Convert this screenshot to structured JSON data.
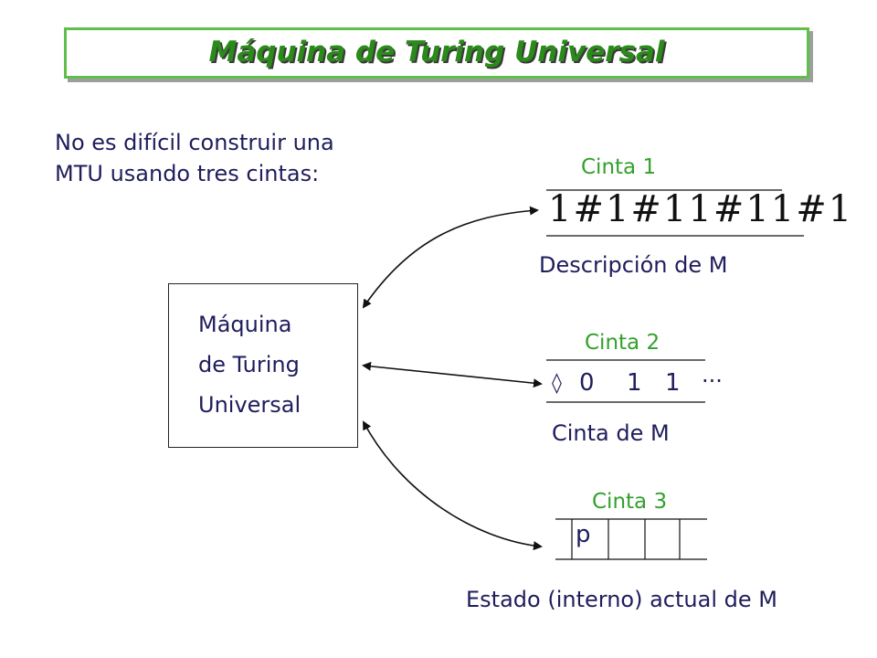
{
  "title": "Máquina de Turing Universal",
  "intro": {
    "line1": "No es difícil construir una",
    "line2": "MTU usando tres cintas:"
  },
  "machine": {
    "line1": "Máquina",
    "line2": "de Turing",
    "line3": "Universal"
  },
  "tapes": [
    {
      "label": "Cinta 1",
      "content": "1#1#11#11#1",
      "caption": "Descripción de M"
    },
    {
      "label": "Cinta 2",
      "cells": [
        "◊",
        "0",
        "1",
        "1"
      ],
      "ellipsis": "...",
      "caption": "Cinta de M"
    },
    {
      "label": "Cinta 3",
      "cells": [
        "p"
      ],
      "caption": "Estado (interno) actual de M"
    }
  ],
  "colors": {
    "title_green": "#2a8a1a",
    "tape_label_green": "#33a02c",
    "text_navy": "#1f1d5c",
    "frame_green": "#5fbf4a"
  }
}
